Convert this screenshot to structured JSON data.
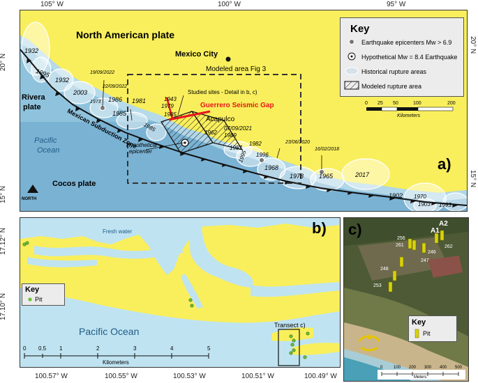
{
  "colors": {
    "land": "#f9ef5c",
    "ocean": "#9fd0e6",
    "ocean_deep": "#7fb7d6",
    "gap": "#e8151b",
    "pit": "#6bbf3a"
  },
  "panel_a": {
    "letter": "a)",
    "lon_top": [
      "105° W",
      "100° W",
      "95° W"
    ],
    "lat_left": [
      "20° N",
      "15° N"
    ],
    "plates": {
      "north_american": "North American plate",
      "rivera_1": "Rivera",
      "rivera_2": "plate",
      "cocos": "Cocos plate",
      "pacific_1": "Pacific",
      "pacific_2": "Ocean"
    },
    "mexico_city": "Mexico City",
    "modeled_area": "Modeled area Fig 3",
    "studied_sites": "Studied sites - Detail in b, c)",
    "guerrero_gap": "Guerrero Seismic Gap",
    "acapulco": "Acapulco",
    "subduction_zone": "Mexican Subduction Zone",
    "hypothetical_epicenter_1": "Hypothetical",
    "hypothetical_epicenter_2": "epicenter",
    "north": "NORTH",
    "rupture_years": [
      "1932",
      "1995",
      "1932",
      "2003",
      "1973",
      "1986",
      "1985",
      "1981",
      "1943",
      "1979",
      "1985",
      "1962",
      "1989",
      "1957",
      "1982",
      "1995",
      "1996",
      "1968",
      "1978",
      "1965",
      "2017",
      "1902",
      "1970",
      "1903",
      "1993",
      "1985"
    ],
    "event_dates": [
      "19/09/2022",
      "22/09/2022",
      "07/09/2021",
      "23/06/2020",
      "16/02/2018"
    ],
    "scale": {
      "ticks": [
        "0",
        "25",
        "50",
        "100",
        "200"
      ],
      "unit": "Kilometers"
    },
    "key": {
      "title": "Key",
      "items": [
        "Earthquake epicenters Mw > 6.9",
        "Hypothetical Mw = 8.4 Earthquake",
        "Historical rupture areas",
        "Modeled rupture area"
      ]
    }
  },
  "panel_b": {
    "letter": "b)",
    "lat": [
      "17.12° N",
      "17.10° N"
    ],
    "lon": [
      "100.57° W",
      "100.55° W",
      "100.53° W",
      "100.51° W",
      "100.49° W"
    ],
    "fresh_water": "Fresh water",
    "pacific": "Pacific Ocean",
    "transect": "Transect c)",
    "key": {
      "title": "Key",
      "item": "Pit"
    },
    "scale": {
      "ticks": [
        "0",
        "0.5",
        "1",
        "2",
        "3",
        "4",
        "5"
      ],
      "unit": "Kilometers"
    }
  },
  "panel_c": {
    "letter": "c)",
    "labels": [
      "A2",
      "A1"
    ],
    "pits": [
      "256",
      "261",
      "246",
      "262",
      "247",
      "248",
      "253"
    ],
    "key": {
      "title": "Key",
      "item": "Pit"
    },
    "scale": {
      "ticks": [
        "0",
        "100",
        "200",
        "300",
        "400",
        "500"
      ],
      "unit": "Meters"
    }
  }
}
